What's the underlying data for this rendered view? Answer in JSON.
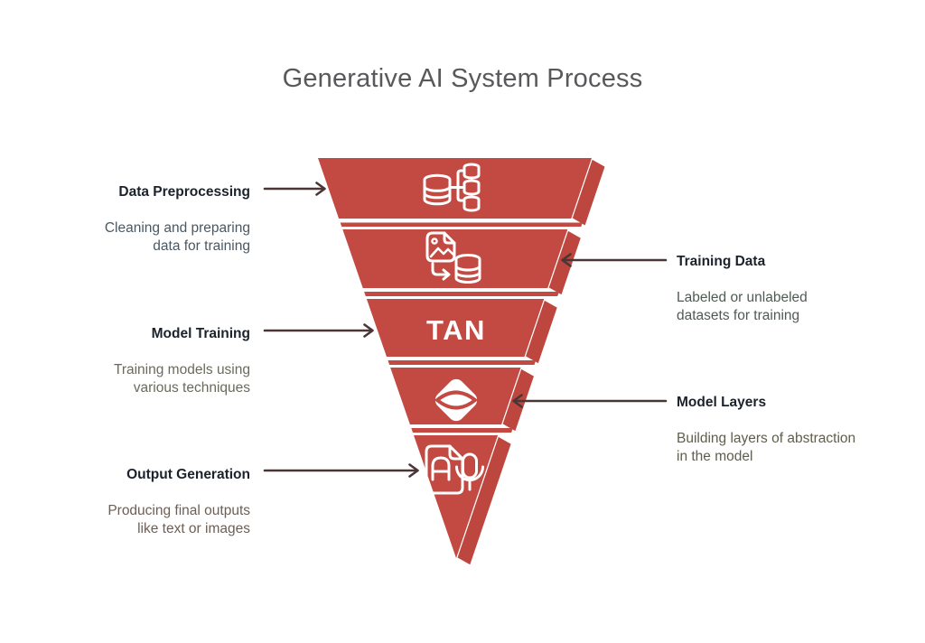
{
  "title": "Generative AI System Process",
  "funnel": {
    "center_text": "TAN",
    "stage_count": 5
  },
  "colors": {
    "funnel_red": "#c24a42",
    "funnel_side_red": "#bd463e",
    "arrow": "#4a3636",
    "title_text": "#59595c",
    "heading_text": "#1b222b",
    "desc_blue_gray": "#4a5863",
    "desc_olive_gray": "#6b6a5a",
    "desc_brown_gray": "#6e5e55",
    "desc_green_gray": "#4e5b52",
    "desc_dark_olive": "#605e4a",
    "icon_white": "#ffffff"
  },
  "stages": [
    {
      "name": "Data Preprocessing",
      "side": "left",
      "desc_lines": [
        "Cleaning and preparing",
        "data for training"
      ],
      "icon": "database-branch-icon"
    },
    {
      "name": "Training Data",
      "side": "right",
      "desc_lines": [
        "Labeled or unlabeled",
        "datasets for training"
      ],
      "icon": "image-to-database-icon"
    },
    {
      "name": "Model Training",
      "side": "left",
      "desc_lines": [
        "Training models using",
        "various techniques"
      ],
      "icon": "tan-wordmark"
    },
    {
      "name": "Model Layers",
      "side": "right",
      "desc_lines": [
        "Building layers of abstraction",
        "in the model"
      ],
      "icon": "diamond-lens-icon"
    },
    {
      "name": "Output Generation",
      "side": "left",
      "desc_lines": [
        "Producing final outputs",
        "like text or images"
      ],
      "icon": "document-audio-icon"
    }
  ]
}
